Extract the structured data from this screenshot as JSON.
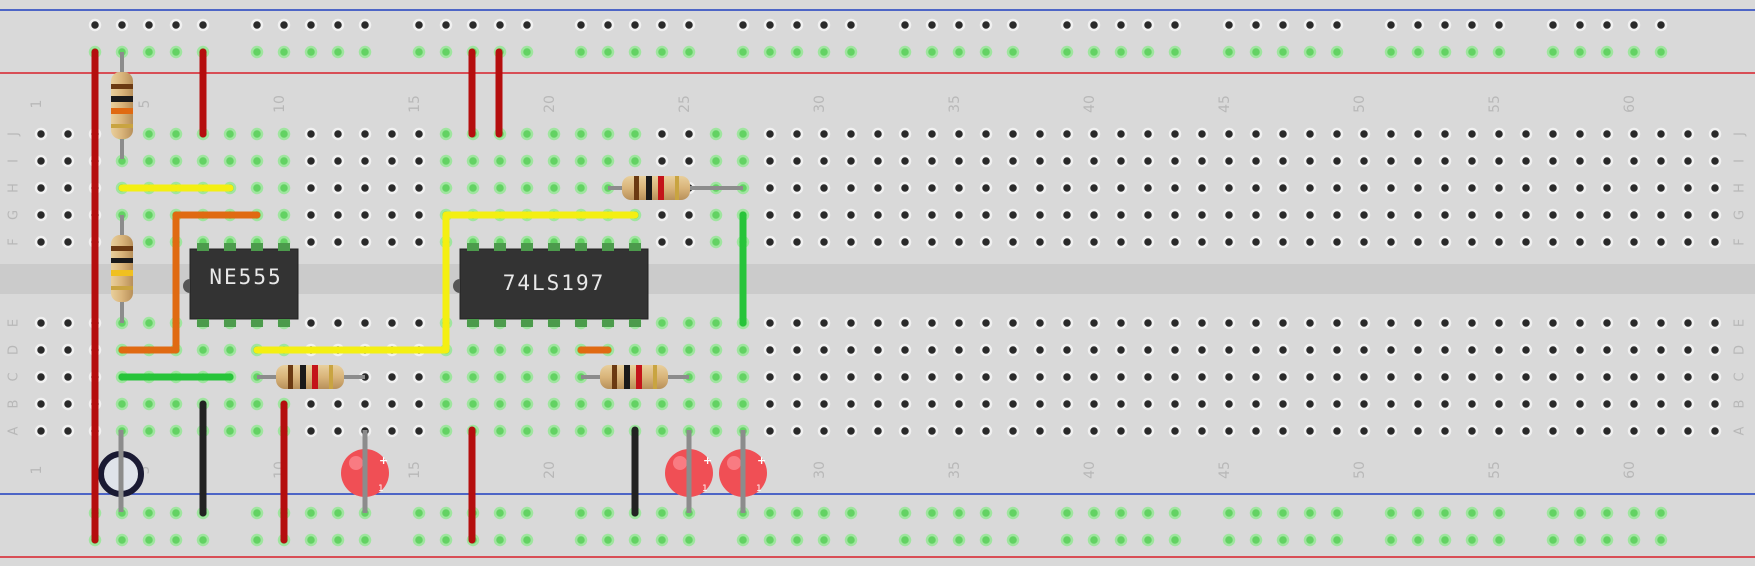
{
  "breadboard": {
    "column_numbers": [
      "1",
      "5",
      "10",
      "15",
      "20",
      "25",
      "30",
      "35",
      "40",
      "45",
      "50",
      "55",
      "60"
    ],
    "row_letters_top": [
      "J",
      "I",
      "H",
      "G",
      "F"
    ],
    "row_letters_bottom": [
      "E",
      "D",
      "C",
      "B",
      "A"
    ],
    "colors": {
      "board": "#d9d9d9",
      "rail_blue": "#1f3fbf",
      "rail_red": "#d8202a",
      "hole": "#2a2a2a",
      "hole_connected": "#63d263",
      "label": "#b8b8b8",
      "wire_red": "#b50e0e",
      "wire_yellow": "#f4ef12",
      "wire_orange": "#e06a12",
      "wire_green": "#27c43a",
      "wire_black": "#222222",
      "led_red": "#f04f55",
      "ic_body": "#333333"
    }
  },
  "chips": [
    {
      "id": "ic1",
      "label": "NE555"
    },
    {
      "id": "ic2",
      "label": "74LS197"
    }
  ],
  "leds": [
    {
      "id": "led1",
      "anode_mark": "+",
      "cathode_mark": "1"
    },
    {
      "id": "led2",
      "anode_mark": "+",
      "cathode_mark": "1"
    },
    {
      "id": "led3",
      "anode_mark": "+",
      "cathode_mark": "1"
    }
  ]
}
